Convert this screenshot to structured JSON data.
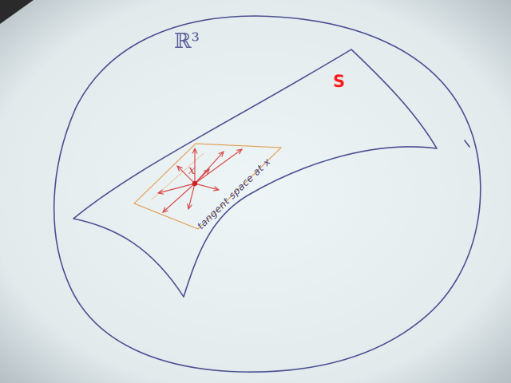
{
  "labels": {
    "space": "ℝ³",
    "surface": "S",
    "point": "x",
    "tangent_plane": "tangent space at x"
  },
  "colors": {
    "paper": "#e4ecee",
    "ink_blue": "#4b4f92",
    "ink_red": "#d84a4a",
    "ink_orange": "#e39a4a",
    "label_red": "#ff1a1a"
  }
}
